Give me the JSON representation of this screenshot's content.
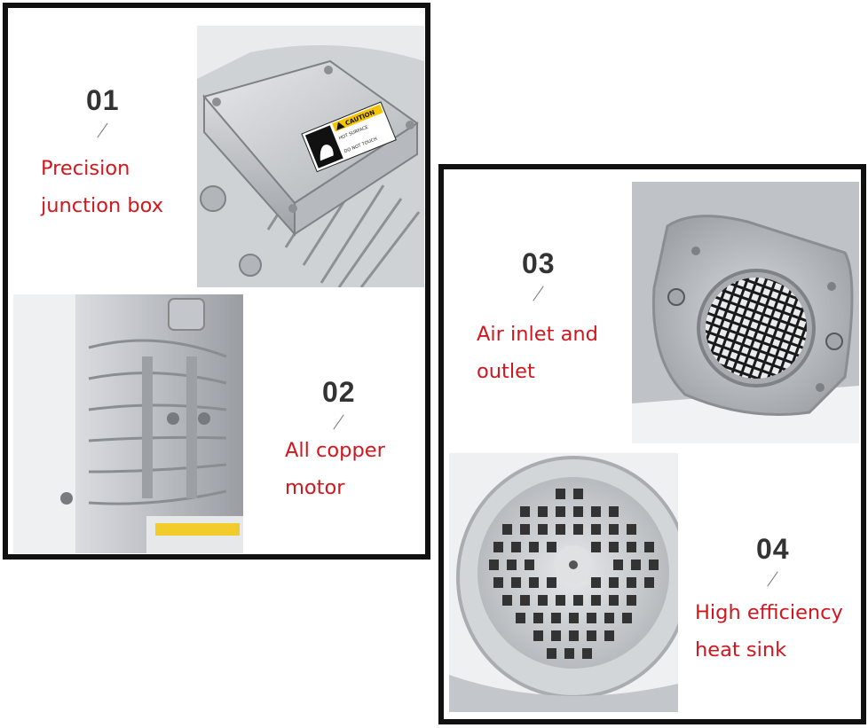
{
  "features": [
    {
      "number": "01",
      "line1": "Precision",
      "line2": "junction box"
    },
    {
      "number": "02",
      "line1": "All copper",
      "line2": "motor"
    },
    {
      "number": "03",
      "line1": "Air inlet and",
      "line2": "outlet"
    },
    {
      "number": "04",
      "line1": "High efficiency",
      "line2": "heat sink"
    }
  ],
  "warning_label": {
    "title": "CAUTION",
    "line1": "HOT SURFACE",
    "line2": "DO NOT TOUCH"
  },
  "colors": {
    "caption": "#d2161e",
    "number": "#333333",
    "frame": "#111111",
    "metal": "#c9ccd0"
  },
  "icons": [
    "caution-triangle-icon",
    "hot-surface-hand-icon"
  ]
}
